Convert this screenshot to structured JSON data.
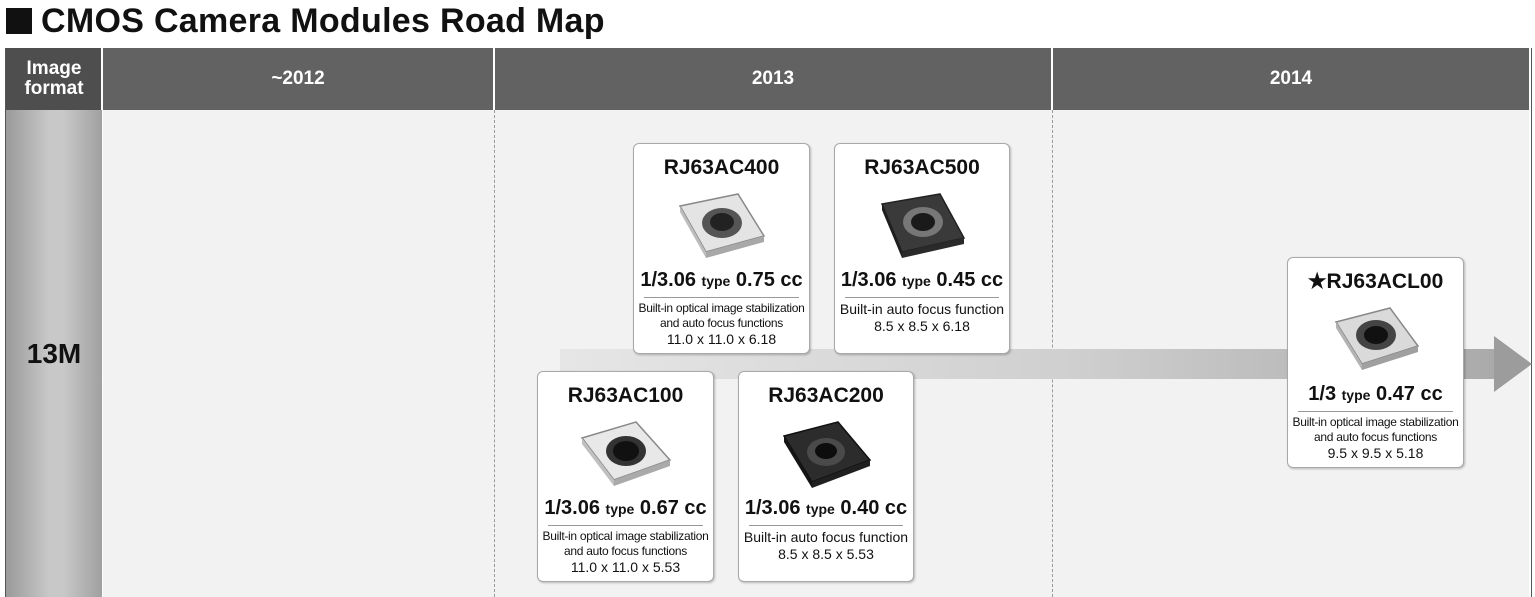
{
  "title": "CMOS Camera Modules Road Map",
  "header": {
    "corner_line1": "Image",
    "corner_line2": "format",
    "columns": [
      "~2012",
      "2013",
      "2014"
    ]
  },
  "row_label": "13M",
  "modules": [
    {
      "name": "RJ63AC400",
      "size": "1/3.06",
      "type": "type",
      "volume": "0.75 cc",
      "desc1": "Built-in optical image stabilization",
      "desc2": "and auto focus functions",
      "dims": "11.0 x 11.0 x 6.18",
      "shade": "light"
    },
    {
      "name": "RJ63AC500",
      "size": "1/3.06",
      "type": "type",
      "volume": "0.45 cc",
      "desc1": "Built-in auto focus function",
      "desc2": "",
      "dims": "8.5 x 8.5 x 6.18",
      "shade": "dark"
    },
    {
      "name": "RJ63AC100",
      "size": "1/3.06",
      "type": "type",
      "volume": "0.67 cc",
      "desc1": "Built-in optical image stabilization",
      "desc2": "and auto focus functions",
      "dims": "11.0 x 11.0 x 5.53",
      "shade": "light"
    },
    {
      "name": "RJ63AC200",
      "size": "1/3.06",
      "type": "type",
      "volume": "0.40 cc",
      "desc1": "Built-in auto focus function",
      "desc2": "",
      "dims": "8.5 x 8.5 x 5.53",
      "shade": "dark"
    },
    {
      "name": "★RJ63ACL00",
      "size": "1/3",
      "type": "type",
      "volume": "0.47 cc",
      "desc1": "Built-in optical image stabilization",
      "desc2": "and auto focus functions",
      "dims": "9.5 x 9.5 x 5.18",
      "shade": "light"
    }
  ]
}
